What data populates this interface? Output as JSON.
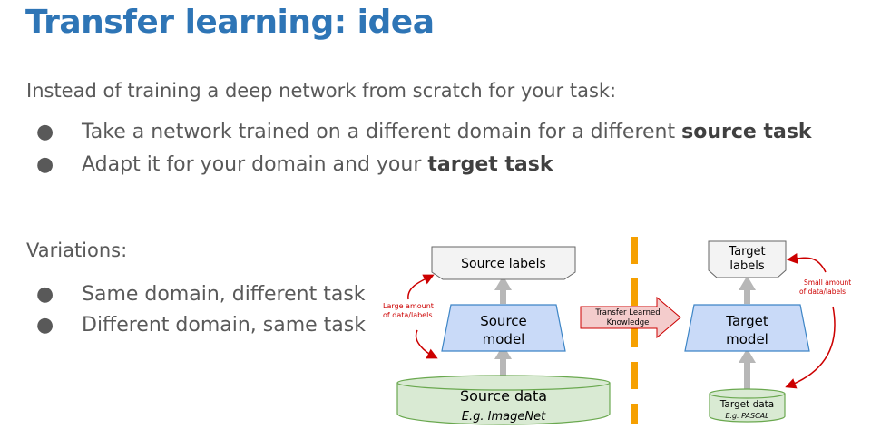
{
  "slide": {
    "title": "Transfer learning: idea",
    "intro": "Instead of training a deep network from scratch for your task:",
    "bullets": [
      {
        "text": "Take a network trained on a different domain for a different ",
        "bold": "source task"
      },
      {
        "text": "Adapt it for your domain and your ",
        "bold": "target task"
      }
    ],
    "variations_label": "Variations:",
    "variations": [
      "Same domain, different task",
      "Different domain, same task"
    ],
    "bullet_glyph": "●"
  },
  "diagram": {
    "source": {
      "labels": "Source labels",
      "model_line1": "Source",
      "model_line2": "model",
      "data_line1": "Source data",
      "data_line2": "E.g. ImageNet",
      "annotation_line1": "Large amount",
      "annotation_line2": "of data/labels"
    },
    "transfer": {
      "line1": "Transfer Learned",
      "line2": "Knowledge"
    },
    "target": {
      "labels_line1": "Target",
      "labels_line2": "labels",
      "model_line1": "Target",
      "model_line2": "model",
      "data_line1": "Target data",
      "data_line2": "E.g. PASCAL",
      "annotation_line1": "Small amount",
      "annotation_line2": "of data/labels"
    },
    "colors": {
      "model_fill": "#c9daf8",
      "model_stroke": "#3d85c6",
      "data_fill": "#d9ead3",
      "data_stroke": "#6aa84f",
      "label_fill": "#f3f3f3",
      "label_stroke": "#666666",
      "transfer_fill": "#f4cccc",
      "transfer_stroke": "#cc0000",
      "divider": "#f6a000",
      "curve": "#cc0000",
      "connector": "#b7b7b7"
    }
  }
}
